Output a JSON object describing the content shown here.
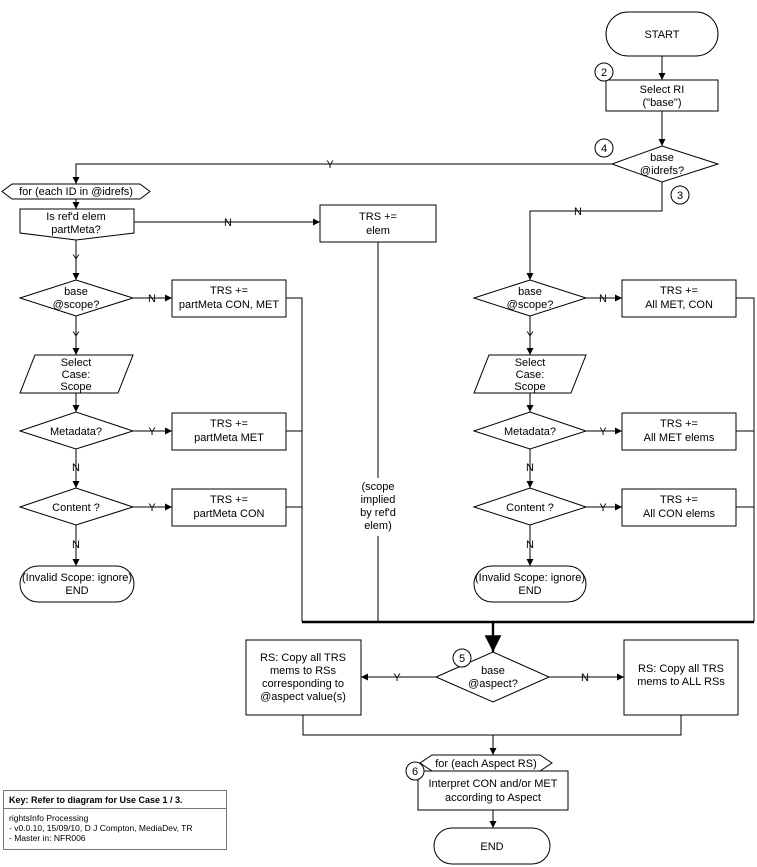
{
  "nodes": {
    "start": "START",
    "select_ri": [
      "Select RI",
      "(\"base\")"
    ],
    "base_idrefs": [
      "base",
      "@idrefs?"
    ],
    "for_each_id": "for (each ID in @idrefs)",
    "is_refd": [
      "Is ref'd elem",
      "partMeta?"
    ],
    "trs_elem": [
      "TRS +=",
      "elem"
    ],
    "left_scope": [
      "base",
      "@scope?"
    ],
    "trs_pm_con_met": [
      "TRS +=",
      "partMeta CON, MET"
    ],
    "left_select_case": [
      "Select",
      "Case:",
      "Scope"
    ],
    "left_metadata": "Metadata?",
    "trs_pm_met": [
      "TRS +=",
      "partMeta MET"
    ],
    "left_content": "Content ?",
    "trs_pm_con": [
      "TRS +=",
      "partMeta CON"
    ],
    "left_end": [
      "(Invalid Scope: ignore)",
      "END"
    ],
    "scope_implied": [
      "(scope",
      "implied",
      "by ref'd",
      "elem)"
    ],
    "right_scope": [
      "base",
      "@scope?"
    ],
    "trs_all_met_con": [
      "TRS +=",
      "All MET, CON"
    ],
    "right_select_case": [
      "Select",
      "Case:",
      "Scope"
    ],
    "right_metadata": "Metadata?",
    "trs_all_met": [
      "TRS +=",
      "All MET elems"
    ],
    "right_content": "Content ?",
    "trs_all_con": [
      "TRS +=",
      "All CON elems"
    ],
    "right_end": [
      "(Invalid Scope: ignore)",
      "END"
    ],
    "base_aspect": [
      "base",
      "@aspect?"
    ],
    "rs_copy_corr": [
      "RS: Copy all TRS",
      "mems to RSs",
      "corresponding to",
      "@aspect value(s)"
    ],
    "rs_copy_all": [
      "RS: Copy all TRS",
      "mems to ALL RSs"
    ],
    "for_each_aspect": "for (each Aspect RS)",
    "interpret": [
      "Interpret CON and/or MET",
      "according to Aspect"
    ],
    "end": "END"
  },
  "edge_labels": {
    "idrefs_yes": "Y",
    "idrefs_no": "N",
    "refd_no": "N",
    "refd_yes": "Y",
    "left_scope_no": "N",
    "left_scope_yes": "Y",
    "left_meta_yes": "Y",
    "left_meta_no": "N",
    "left_content_yes": "Y",
    "left_content_no": "N",
    "right_scope_no": "N",
    "right_scope_yes": "Y",
    "right_meta_yes": "Y",
    "right_meta_no": "N",
    "right_content_yes": "Y",
    "right_content_no": "N",
    "aspect_yes": "Y",
    "aspect_no": "N"
  },
  "markers": {
    "m2": "2",
    "m3": "3",
    "m4": "4",
    "m5": "5",
    "m6": "6"
  },
  "key": {
    "title": "Key: Refer to diagram for Use Case 1 / 3.",
    "lines": [
      "rightsInfo Processing",
      "- v0.0.10, 15/09/10, D J Compton, MediaDev, TR",
      "- Master in: NFR006"
    ]
  }
}
